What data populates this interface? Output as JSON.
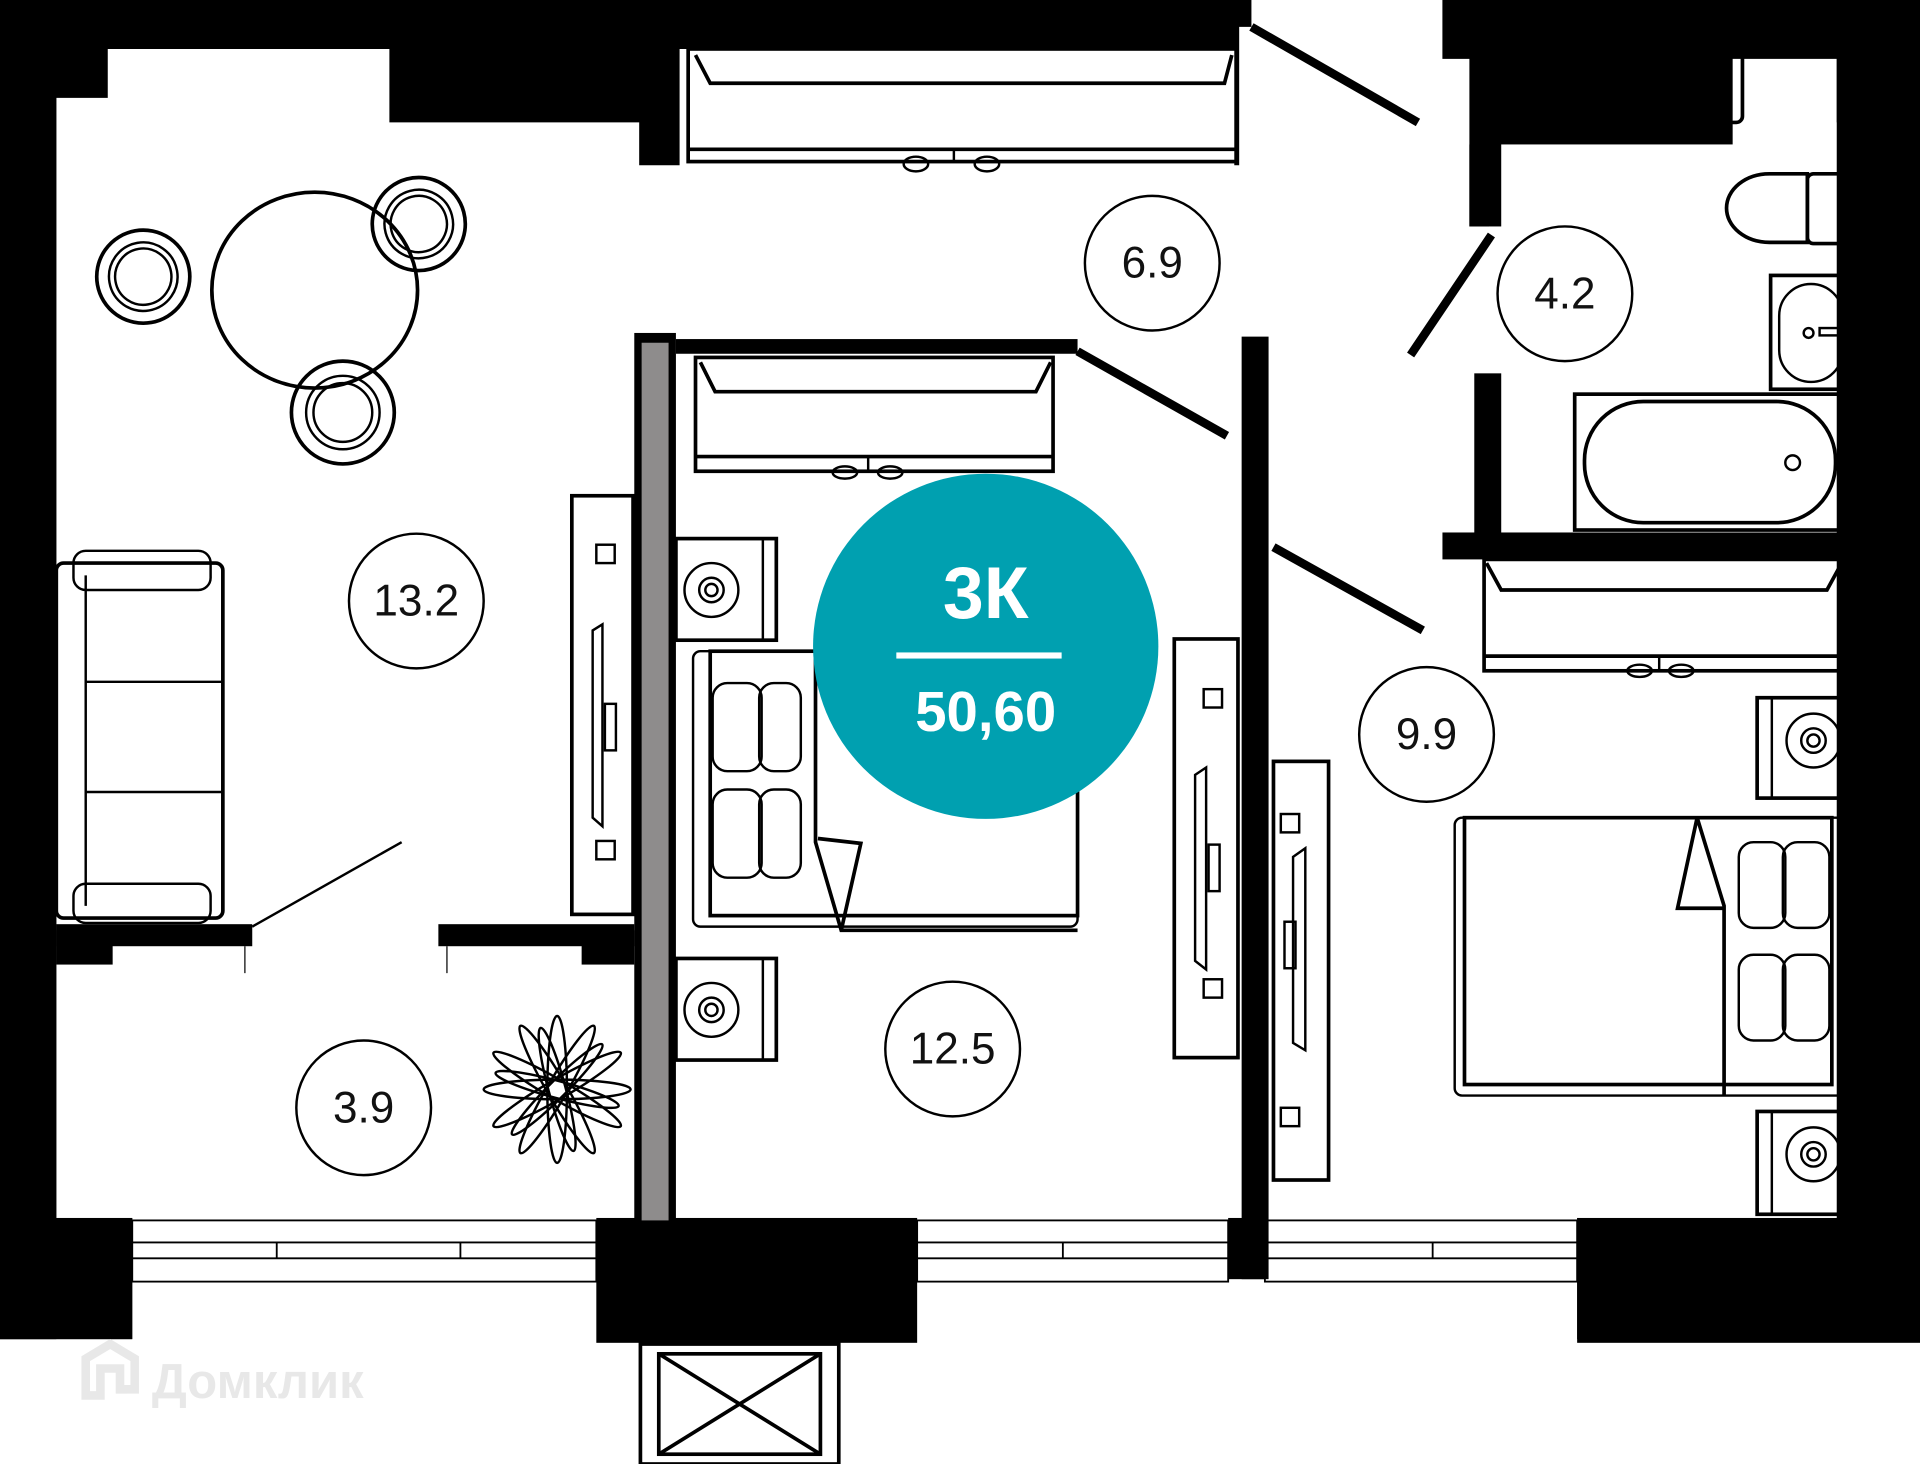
{
  "plan": {
    "type": "apartment-floor-plan",
    "badge": {
      "rooms_label": "3К",
      "total_area": "50,60",
      "color": "#00A0B0"
    },
    "rooms": [
      {
        "id": "living",
        "area": "13.2"
      },
      {
        "id": "hallway",
        "area": "6.9"
      },
      {
        "id": "bathroom",
        "area": "4.2"
      },
      {
        "id": "bedroom-center",
        "area": "12.5"
      },
      {
        "id": "bedroom-right",
        "area": "9.9"
      },
      {
        "id": "balcony",
        "area": "3.9"
      }
    ],
    "colors": {
      "wall": "#000000",
      "partition_gray": "#8E8C8C",
      "background": "#FFFFFF"
    }
  },
  "watermark": {
    "text": "Домклик",
    "icon": "house-logo-icon"
  }
}
